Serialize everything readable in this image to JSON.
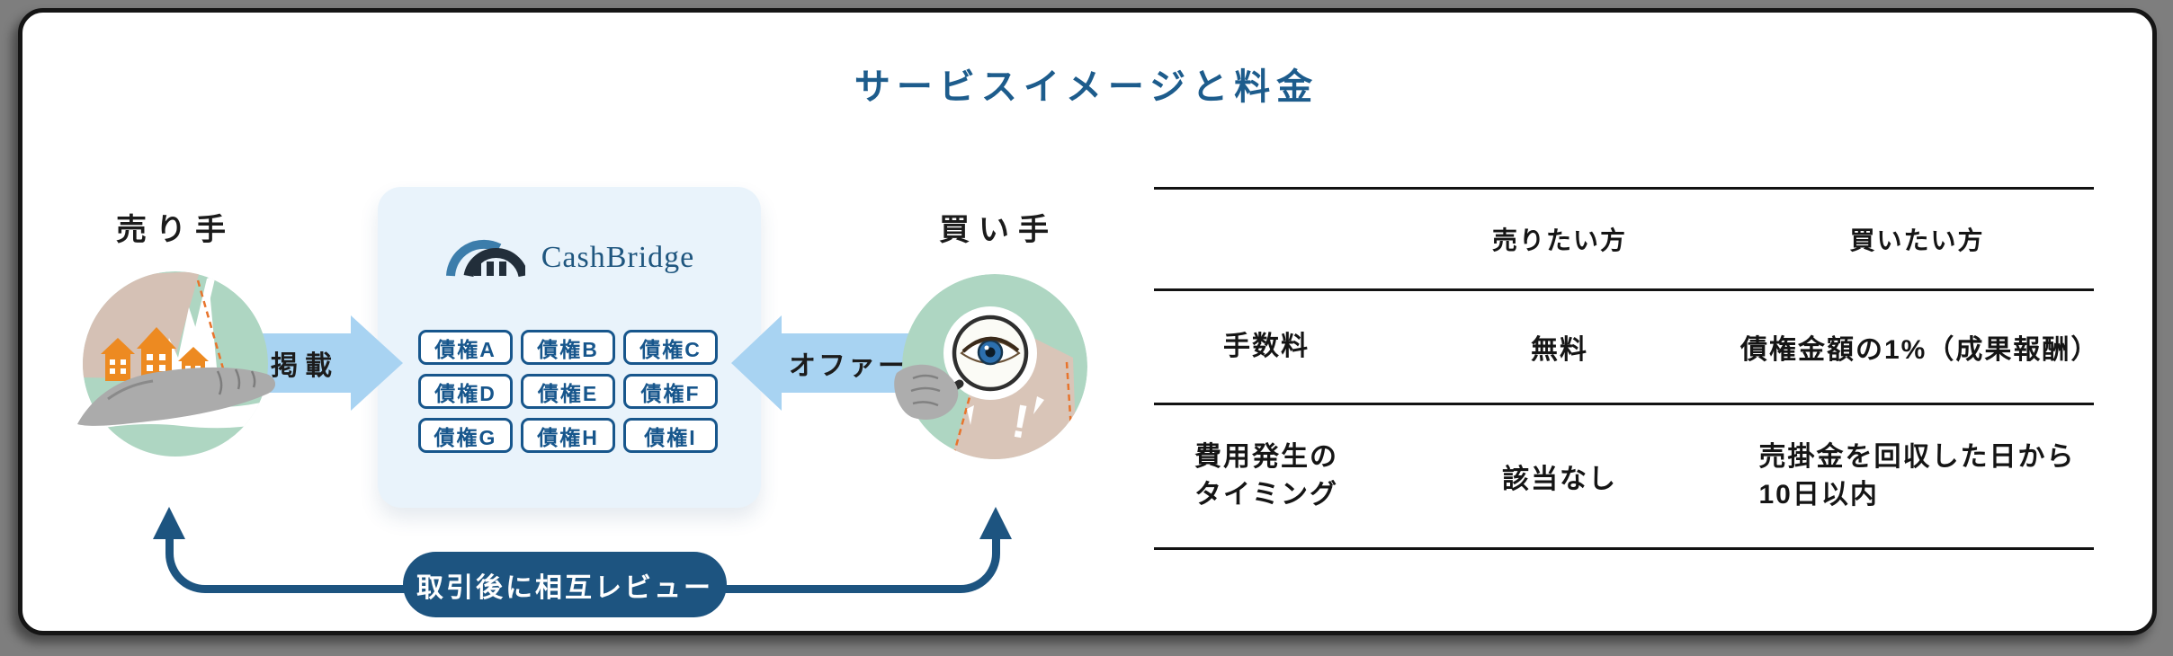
{
  "title": "サービスイメージと料金",
  "flow": {
    "seller_label": "売り手",
    "buyer_label": "買い手",
    "listing_label": "掲載",
    "offer_label": "オファー",
    "brand_name": "CashBridge",
    "receivables": [
      "債権A",
      "債権B",
      "債権C",
      "債権D",
      "債権E",
      "債権F",
      "債権G",
      "債権H",
      "債権I"
    ],
    "review_label": "取引後に相互レビュー"
  },
  "pricing_table": {
    "header": {
      "seller": "売りたい方",
      "buyer": "買いたい方"
    },
    "rows": [
      {
        "label": "手数料",
        "seller": "無料",
        "buyer": "債権金額の1%（成果報酬）"
      },
      {
        "label": "費用発生の\nタイミング",
        "seller": "該当なし",
        "buyer": "売掛金を回収した日から\n10日以内"
      }
    ]
  },
  "colors": {
    "title_blue": "#1d5c8c",
    "accent_navy": "#1d5480",
    "chip_navy": "#17568c",
    "arrow_light_blue": "#a8d3f2",
    "panel_light_blue": "#e9f3fb",
    "circle_green": "#aed6c2",
    "collage_beige": "#d5c1b5",
    "house_orange": "#ed8a21",
    "card_background": "#ffffff"
  }
}
